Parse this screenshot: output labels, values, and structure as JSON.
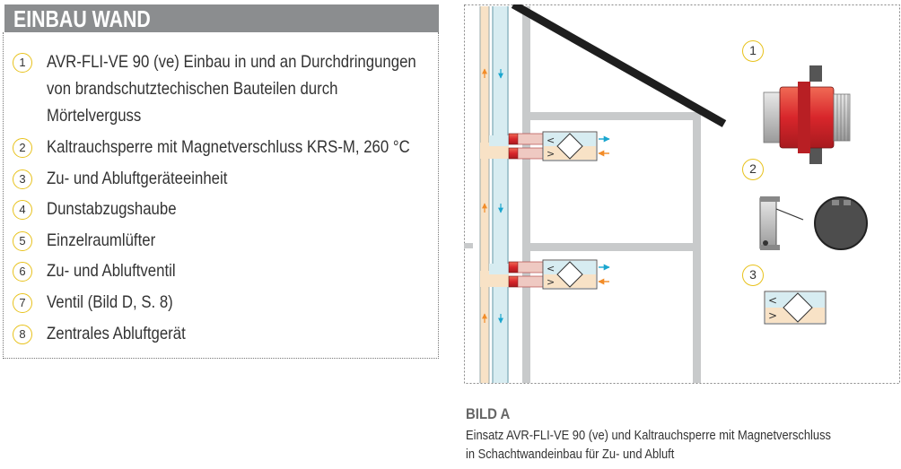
{
  "section": {
    "title": "EINBAU WAND",
    "items": [
      {
        "num": "1",
        "lines": [
          "AVR-FLI-VE 90 (ve) Einbau in und an Durchdringungen",
          "von brandschutztechischen Bauteilen durch",
          "Mörtelverguss"
        ]
      },
      {
        "num": "2",
        "lines": [
          "Kaltrauchsperre mit Magnetverschluss KRS-M, 260 °C"
        ]
      },
      {
        "num": "3",
        "lines": [
          "Zu- und Abluftgeräteeinheit"
        ]
      },
      {
        "num": "4",
        "lines": [
          "Dunstabzugshaube"
        ]
      },
      {
        "num": "5",
        "lines": [
          "Einzelraumlüfter"
        ]
      },
      {
        "num": "6",
        "lines": [
          "Zu- und Abluftventil"
        ]
      },
      {
        "num": "7",
        "lines": [
          "Ventil (Bild D, S. 8)"
        ]
      },
      {
        "num": "8",
        "lines": [
          "Zentrales Abluftgerät"
        ]
      }
    ]
  },
  "figure": {
    "callouts": [
      "1",
      "2",
      "3"
    ],
    "caption_title": "BILD A",
    "caption_lines": [
      "Einsatz AVR-FLI-VE 90 (ve) und Kaltrauchsperre mit Magnetverschluss",
      "in Schachtwandeinbau für Zu- und Abluft"
    ],
    "colors": {
      "accent_badge": "#e8c21c",
      "header_bg": "#8b8d8f",
      "shaft_wall": "#c8cacb",
      "duct_light": "#d7ecf1",
      "duct_warm": "#f8e2c6",
      "flange_red": "#d8262b",
      "arrow_cyan": "#1aa6cf",
      "arrow_orange": "#f28c28"
    }
  }
}
